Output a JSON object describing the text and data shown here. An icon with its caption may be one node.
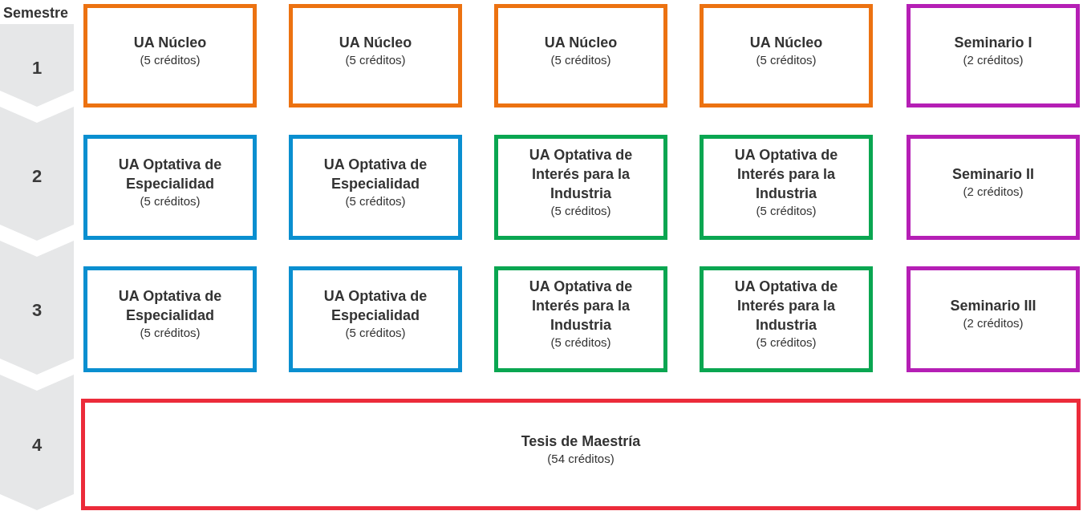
{
  "diagram": {
    "nodes": [
      {
        "text": [
          "1"
        ]
      },
      {
        "text": [
          "UA Núcleo",
          "(5 créditos)"
        ]
      },
      {
        "text": [
          "UA Núcleo",
          "(5 créditos)"
        ]
      },
      {
        "text": [
          "UA Núcleo",
          "(5 créditos)"
        ]
      },
      {
        "text": [
          "UA Núcleo",
          "(5 créditos)"
        ]
      },
      {
        "text": [
          "Seminario I",
          "(2 créditos)"
        ]
      },
      {
        "text": [
          "2"
        ]
      },
      {
        "text": [
          "UA Optativa de Especialidad",
          "(5 créditos)"
        ]
      },
      {
        "text": [
          "UA Optativa de Especialidad",
          "(5 créditos)"
        ]
      },
      {
        "text": [
          "UA Optativa de Interés para la Industria",
          "(5 créditos)"
        ]
      },
      {
        "text": [
          "UA Optativa de Interés para la Industria",
          "(5 créditos)"
        ]
      },
      {
        "text": [
          "Seminario II",
          "(2 créditos)"
        ]
      },
      {
        "text": [
          "3"
        ]
      },
      {
        "text": [
          "UA Optativa de Especialidad",
          "(5 créditos)"
        ]
      },
      {
        "text": [
          "UA Optativa de Especialidad",
          "(5 créditos)"
        ]
      },
      {
        "text": [
          "UA Optativa de Interés para la Industria",
          "(5 créditos)"
        ]
      },
      {
        "text": [
          "UA Optativa de Interés para la Industria",
          "(5 créditos)"
        ]
      },
      {
        "text": [
          "Seminario III",
          "(2 créditos)"
        ]
      },
      {
        "text": [
          "4"
        ]
      },
      {
        "text": [
          "Tesis de Maestría",
          "(54 créditos)"
        ]
      }
    ],
    "labels": [
      "Semestre"
    ]
  }
}
